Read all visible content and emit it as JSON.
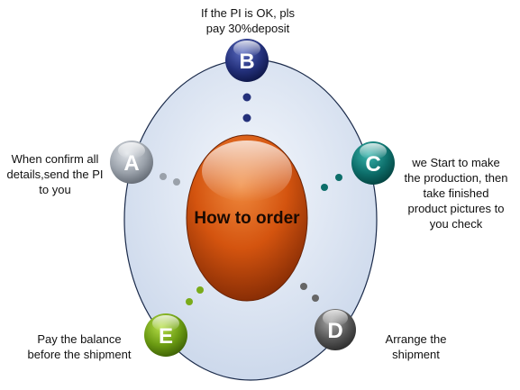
{
  "diagram": {
    "center_label": "How to order",
    "steps": [
      {
        "letter": "A",
        "caption": "When confirm all\ndetails,send the PI\nto you",
        "color": "#8f959d"
      },
      {
        "letter": "B",
        "caption": "If the PI is OK, pls\npay 30%deposit",
        "color": "#1f2a6b"
      },
      {
        "letter": "C",
        "caption": "we Start to make\nthe production, then\ntake finished\nproduct pictures to\nyou check",
        "color": "#0d6e6a"
      },
      {
        "letter": "D",
        "caption": "Arrange the\nshipment",
        "color": "#555555"
      },
      {
        "letter": "E",
        "caption": "Pay the balance\nbefore the shipment",
        "color": "#6a9a12"
      }
    ]
  },
  "colors": {
    "center": "#d4540f",
    "ring_fill": "#e6ecf6",
    "ring_stroke": "#1a2a4a"
  }
}
